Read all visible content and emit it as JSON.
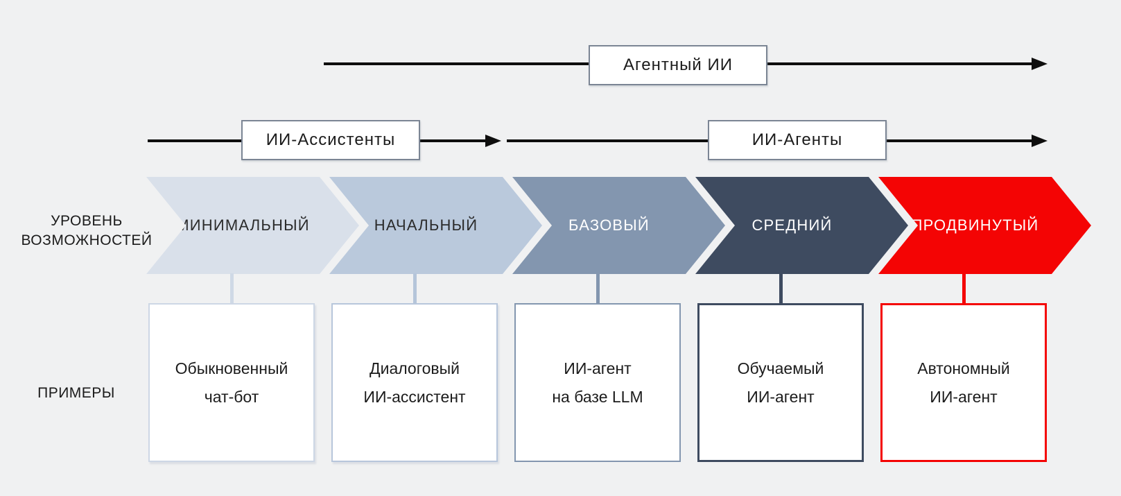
{
  "background_color": "#f0f1f2",
  "arrow_color": "#0e0e0e",
  "header_arrows": {
    "agentic_ai_label": "Агентный ИИ",
    "ai_assistants_label": "ИИ-Ассистенты",
    "ai_agents_label": "ИИ-Агенты"
  },
  "row_labels": {
    "capability_line1": "УРОВЕНЬ",
    "capability_line2": "ВОЗМОЖНОСТЕЙ",
    "examples": "ПРИМЕРЫ"
  },
  "levels": [
    {
      "name": "МИНИМАЛЬНЫЙ",
      "fill": "#d9e0ea",
      "text_color": "#2b2b2b",
      "connector_color": "#cfd9e6",
      "box_border_color": "#cdd7e5",
      "example_line1": "Обыкновенный",
      "example_line2": "чат-бот"
    },
    {
      "name": "НАЧАЛЬНЫЙ",
      "fill": "#bac9dc",
      "text_color": "#2b2b2b",
      "connector_color": "#b5c5da",
      "box_border_color": "#b7c6db",
      "example_line1": "Диалоговый",
      "example_line2": "ИИ-ассистент"
    },
    {
      "name": "БАЗОВЫЙ",
      "fill": "#8396af",
      "text_color": "#ffffff",
      "connector_color": "#8396af",
      "box_border_color": "#8396af",
      "example_line1": "ИИ-агент",
      "example_line2": "на базе LLM"
    },
    {
      "name": "СРЕДНИЙ",
      "fill": "#3e4b60",
      "text_color": "#ffffff",
      "connector_color": "#3e4b60",
      "box_border_color": "#3e4b60",
      "example_line1": "Обучаемый",
      "example_line2": "ИИ-агент"
    },
    {
      "name": "ПРОДВИНУТЫЙ",
      "fill": "#f40404",
      "text_color": "#ffffff",
      "connector_color": "#f40404",
      "box_border_color": "#f40404",
      "example_line1": "Автономный",
      "example_line2": "ИИ-агент"
    }
  ]
}
